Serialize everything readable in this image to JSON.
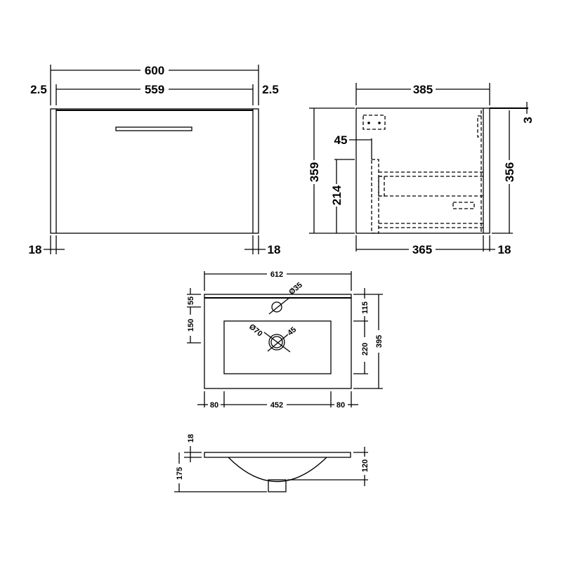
{
  "front_view": {
    "overall_width": "600",
    "inner_width": "559",
    "left_gap": "2.5",
    "right_gap": "2.5",
    "left_panel": "18",
    "right_panel": "18"
  },
  "side_view": {
    "depth": "385",
    "height": "359",
    "handle_offset": "45",
    "handle_height": "214",
    "body_height": "356",
    "top_thickness": "3",
    "body_depth": "365",
    "back_panel": "18"
  },
  "basin_plan": {
    "width": "612",
    "tap_hole": "Ø35",
    "waste": "Ø70",
    "waste_dim": "45",
    "left_top": "55",
    "left_mid": "150",
    "right_top": "115",
    "bowl_depth": "220",
    "depth": "395",
    "left_margin": "80",
    "bowl_width": "452",
    "right_margin": "80"
  },
  "basin_section": {
    "slab": "18",
    "total_height": "175",
    "bowl_height": "120"
  }
}
